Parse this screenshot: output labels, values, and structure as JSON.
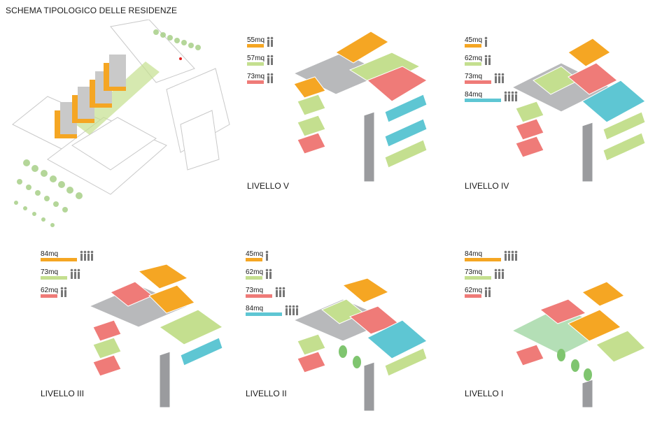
{
  "title": "SCHEMA TIPOLOGICO DELLE RESIDENZE",
  "colors": {
    "orange": "#f5a623",
    "green": "#c4df8f",
    "red": "#ef7b78",
    "cyan": "#5ec6d3",
    "mint": "#b4dfb6",
    "gray": "#b8b9bb",
    "dark": "#9a9b9e"
  },
  "panels": [
    {
      "label": "LIVELLO V",
      "legend": [
        {
          "area": "55mq",
          "color": "orange",
          "people": 2
        },
        {
          "area": "57mq",
          "color": "green",
          "people": 2
        },
        {
          "area": "73mq",
          "color": "red",
          "people": 2
        }
      ]
    },
    {
      "label": "LIVELLO IV",
      "legend": [
        {
          "area": "45mq",
          "color": "orange",
          "people": 1
        },
        {
          "area": "62mq",
          "color": "green",
          "people": 2
        },
        {
          "area": "73mq",
          "color": "red",
          "people": 3
        },
        {
          "area": "84mq",
          "color": "cyan",
          "people": 4
        }
      ]
    },
    {
      "label": "LIVELLO III",
      "legend": [
        {
          "area": "84mq",
          "color": "orange",
          "people": 4
        },
        {
          "area": "73mq",
          "color": "green",
          "people": 3
        },
        {
          "area": "62mq",
          "color": "red",
          "people": 2
        }
      ]
    },
    {
      "label": "LIVELLO II",
      "legend": [
        {
          "area": "45mq",
          "color": "orange",
          "people": 1
        },
        {
          "area": "62mq",
          "color": "green",
          "people": 2
        },
        {
          "area": "73mq",
          "color": "red",
          "people": 3
        },
        {
          "area": "84mq",
          "color": "cyan",
          "people": 4
        }
      ]
    },
    {
      "label": "LIVELLO I",
      "legend": [
        {
          "area": "84mq",
          "color": "orange",
          "people": 4
        },
        {
          "area": "73mq",
          "color": "green",
          "people": 3
        },
        {
          "area": "62mq",
          "color": "red",
          "people": 2
        }
      ]
    }
  ]
}
